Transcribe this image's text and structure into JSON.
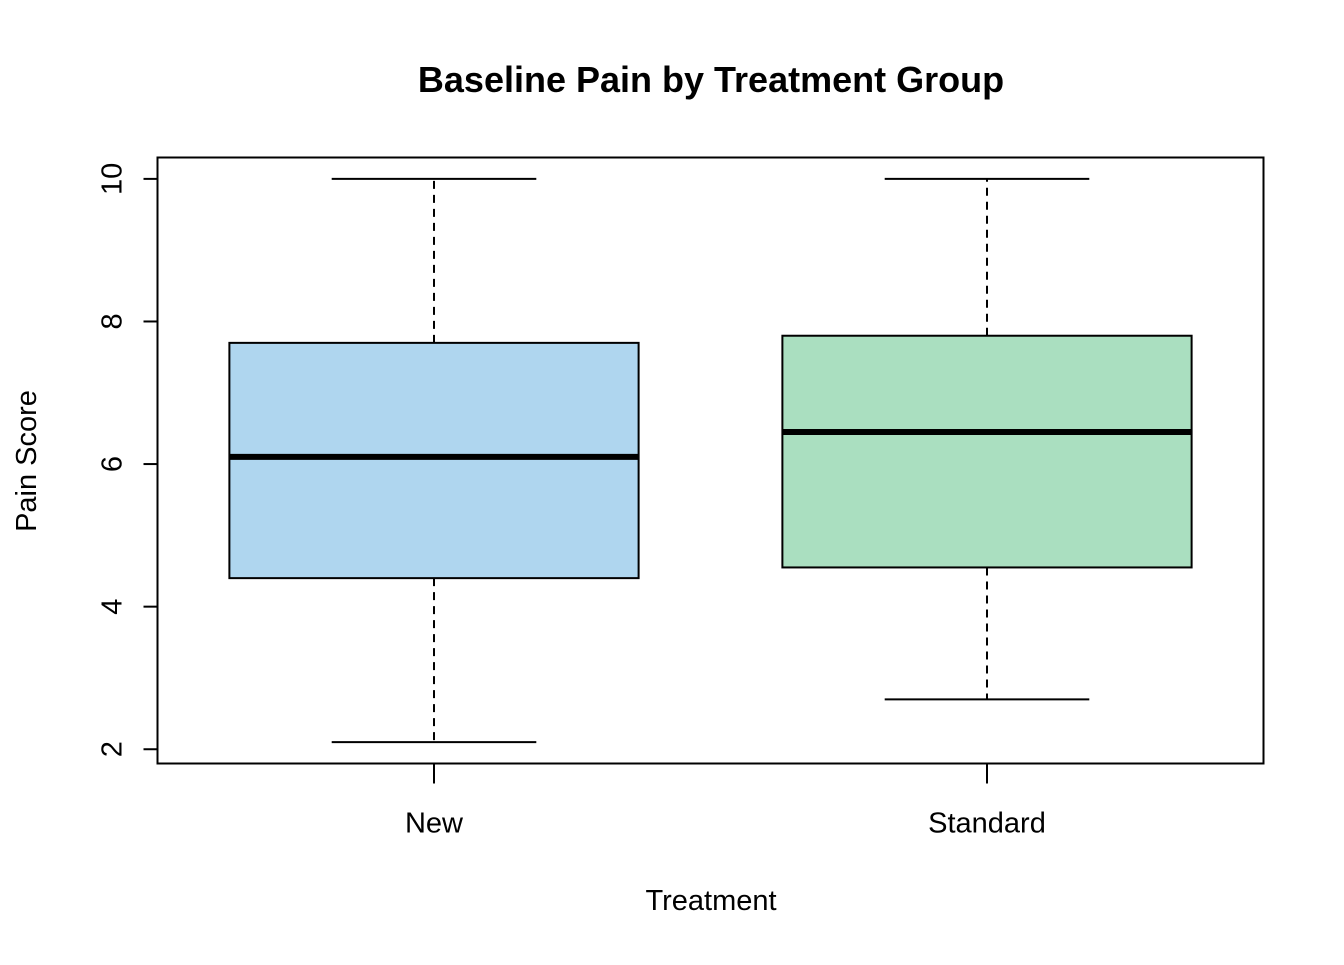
{
  "chart_data": {
    "type": "box",
    "title": "Baseline Pain by Treatment Group",
    "xlabel": "Treatment",
    "ylabel": "Pain Score",
    "ylim": [
      1.8,
      10.3
    ],
    "yticks": [
      2,
      4,
      6,
      8,
      10
    ],
    "grid": false,
    "legend": "none",
    "categories": [
      "New",
      "Standard"
    ],
    "series": [
      {
        "category": "New",
        "color": "#afd6ef",
        "whisker_low": 2.1,
        "q1": 4.4,
        "median": 6.1,
        "q3": 7.7,
        "whisker_high": 10.0
      },
      {
        "category": "Standard",
        "color": "#aadfc0",
        "whisker_low": 2.7,
        "q1": 4.55,
        "median": 6.45,
        "q3": 7.8,
        "whisker_high": 10.0
      }
    ]
  }
}
